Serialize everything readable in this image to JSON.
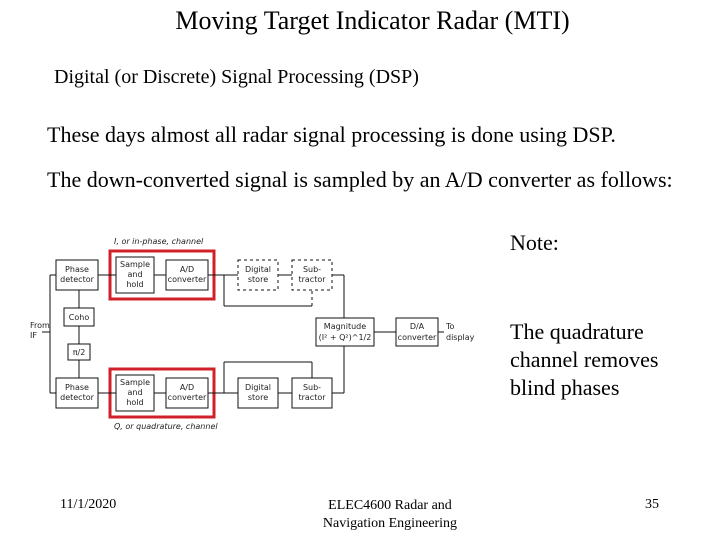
{
  "slide": {
    "title": "Moving Target Indicator Radar (MTI)",
    "subtitle": "Digital (or Discrete) Signal Processing (DSP)",
    "paragraph1": "These days almost all radar signal processing is done using DSP.",
    "paragraph2": "The down-converted signal is sampled by an A/D converter as follows:",
    "note_heading": "Note:",
    "note_body": "The quadrature channel removes blind phases"
  },
  "diagram": {
    "label_i_channel": "I, or in-phase, channel",
    "label_q_channel": "Q, or quadrature, channel",
    "phase_detector_l1": "Phase",
    "phase_detector_l2": "detector",
    "sample_hold_l1": "Sample",
    "sample_hold_l2": "and",
    "sample_hold_l3": "hold",
    "ad_converter_l1": "A/D",
    "ad_converter_l2": "converter",
    "digital_store_l1": "Digital",
    "digital_store_l2": "store",
    "subtractor_l1": "Sub-",
    "subtractor_l2": "tractor",
    "coho": "Coho",
    "phase_shift": "π/2",
    "from_if_l1": "From",
    "from_if_l2": "IF",
    "magnitude_l1": "Magnitude",
    "magnitude_l2": "(I² + Q²)^1/2",
    "da_converter_l1": "D/A",
    "da_converter_l2": "converter",
    "to_display_l1": "To",
    "to_display_l2": "display",
    "highlight_color": "#d0202a"
  },
  "footer": {
    "date": "11/1/2020",
    "course": "ELEC4600 Radar and Navigation Engineering",
    "page_number": "35"
  }
}
